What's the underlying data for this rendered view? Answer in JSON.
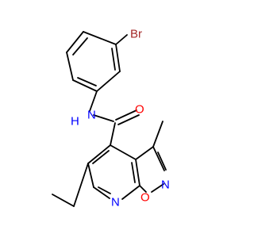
{
  "labels": {
    "br": "Br",
    "nh_n": "N",
    "nh_h": "H",
    "o_carbonyl": "O",
    "n_isoxazole": "N",
    "o_isoxazole": "O",
    "n_pyridine": "N"
  },
  "colors": {
    "bond": "#000000",
    "bromine": "#a52a2a",
    "nitrogen": "#0000ff",
    "oxygen": "#ff0000"
  }
}
